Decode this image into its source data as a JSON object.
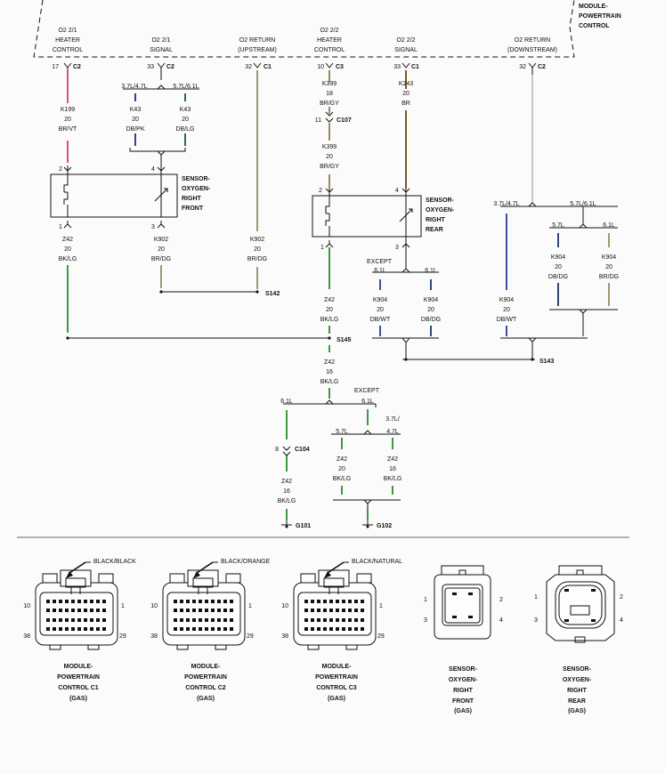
{
  "module": {
    "name_line1": "MODULE-",
    "name_line2": "POWERTRAIN",
    "name_line3": "CONTROL"
  },
  "colors": {
    "pk_vt": "#e0507a",
    "br_dg": "#a09870",
    "br_gy": "#a08a55",
    "br": "#7a5a20",
    "bk_lg": "#3c9a40",
    "db_pk": "#3a3a9a",
    "db_lg": "#2f6a5a",
    "db_wt": "#3e4ea6",
    "db_dg": "#2e4a70",
    "gray": "#b8b8b8"
  },
  "pins": [
    {
      "title1": "O2 2/1",
      "title2": "HEATER",
      "title3": "CONTROL",
      "pin": "17",
      "conn": "C2"
    },
    {
      "title1": "O2 2/1",
      "title2": "SIGNAL",
      "title3": "",
      "pin": "33",
      "conn": "C2"
    },
    {
      "title1": "O2 RETURN",
      "title2": "(UPSTREAM)",
      "title3": "",
      "pin": "32",
      "conn": "C1"
    },
    {
      "title1": "O2 2/2",
      "title2": "HEATER",
      "title3": "CONTROL",
      "pin": "10",
      "conn": "C3"
    },
    {
      "title1": "O2 2/2",
      "title2": "SIGNAL",
      "title3": "",
      "pin": "33",
      "conn": "C1"
    },
    {
      "title1": "O2 RETURN",
      "title2": "(DOWNSTREAM)",
      "title3": "",
      "pin": "32",
      "conn": "C2"
    }
  ],
  "wires": {
    "k199": {
      "circuit": "K199",
      "gauge": "20",
      "color": "BR/VT"
    },
    "k43_a": {
      "circuit": "K43",
      "gauge": "20",
      "color": "DB/PK"
    },
    "k43_b": {
      "circuit": "K43",
      "gauge": "20",
      "color": "DB/LG"
    },
    "k399_a": {
      "circuit": "K399",
      "gauge": "18",
      "color": "BR/GY"
    },
    "k399_b": {
      "circuit": "K399",
      "gauge": "20",
      "color": "BR/GY"
    },
    "k243": {
      "circuit": "K243",
      "gauge": "20",
      "color": "BR"
    },
    "z42_a": {
      "circuit": "Z42",
      "gauge": "20",
      "color": "BK/LG"
    },
    "k902_a": {
      "circuit": "K902",
      "gauge": "20",
      "color": "BR/DG"
    },
    "k902_b": {
      "circuit": "K902",
      "gauge": "20",
      "color": "BR/DG"
    },
    "z42_b": {
      "circuit": "Z42",
      "gauge": "20",
      "color": "BK/LG"
    },
    "k904_a": {
      "circuit": "K904",
      "gauge": "20",
      "color": "DB/WT"
    },
    "k904_b": {
      "circuit": "K904",
      "gauge": "20",
      "color": "DB/DG"
    },
    "k904_c": {
      "circuit": "K904",
      "gauge": "20",
      "color": "DB/WT"
    },
    "k904_d": {
      "circuit": "K904",
      "gauge": "20",
      "color": "DB/DG"
    },
    "k904_e": {
      "circuit": "K904",
      "gauge": "20",
      "color": "BR/DG"
    },
    "z42_c": {
      "circuit": "Z42",
      "gauge": "16",
      "color": "BK/LG"
    },
    "z42_d": {
      "circuit": "Z42",
      "gauge": "16",
      "color": "BK/LG"
    },
    "z42_e": {
      "circuit": "Z42",
      "gauge": "20",
      "color": "BK/LG"
    },
    "z42_f": {
      "circuit": "Z42",
      "gauge": "16",
      "color": "BK/LG"
    }
  },
  "labels": {
    "k43_opt_a": "3.7L/4.7L",
    "k43_opt_b": "5.7L/6.1L",
    "c107_pin": "11",
    "c107": "C107",
    "sf_pin2": "2",
    "sf_pin4": "4",
    "sf_pin1": "1",
    "sf_pin3": "3",
    "sr_pin2": "2",
    "sr_pin4": "4",
    "sr_pin1": "1",
    "sr_pin3": "3",
    "sensor_front": [
      "SENSOR-",
      "OXYGEN-",
      "RIGHT",
      "FRONT"
    ],
    "sensor_rear": [
      "SENSOR-",
      "OXYGEN-",
      "RIGHT",
      "REAR"
    ],
    "s142": "S142",
    "s145": "S145",
    "s143": "S143",
    "except": "EXCEPT",
    "opt_61": "6.1L",
    "opt_37_47": "3.7L/4.7L",
    "opt_57_61": "5.7L/6.1L",
    "opt_57": "5.7L",
    "opt_61b": "6.1L",
    "opt_37": "3.7L/",
    "opt_47": "4.7L",
    "c104_pin": "8",
    "c104": "C104",
    "g101": "G101",
    "g102": "G102"
  },
  "connectors": [
    {
      "cavity_label": "BLACK/BLACK",
      "pin_tl": "10",
      "pin_tr": "1",
      "pin_bl": "38",
      "pin_br": "29",
      "name": [
        "MODULE-",
        "POWERTRAIN",
        "CONTROL C1",
        "(GAS)"
      ]
    },
    {
      "cavity_label": "BLACK/ORANGE",
      "pin_tl": "10",
      "pin_tr": "1",
      "pin_bl": "38",
      "pin_br": "29",
      "name": [
        "MODULE-",
        "POWERTRAIN",
        "CONTROL C2",
        "(GAS)"
      ]
    },
    {
      "cavity_label": "BLACK/NATURAL",
      "pin_tl": "10",
      "pin_tr": "1",
      "pin_bl": "38",
      "pin_br": "29",
      "name": [
        "MODULE-",
        "POWERTRAIN",
        "CONTROL C3",
        "(GAS)"
      ]
    }
  ],
  "sensor_connectors": [
    {
      "pin_tl": "1",
      "pin_tr": "2",
      "pin_bl": "3",
      "pin_br": "4",
      "name": [
        "SENSOR-",
        "OXYGEN-",
        "RIGHT",
        "FRONT",
        "(GAS)"
      ]
    },
    {
      "pin_tl": "1",
      "pin_tr": "2",
      "pin_bl": "3",
      "pin_br": "4",
      "name": [
        "SENSOR-",
        "OXYGEN-",
        "RIGHT",
        "REAR",
        "(GAS)"
      ]
    }
  ]
}
